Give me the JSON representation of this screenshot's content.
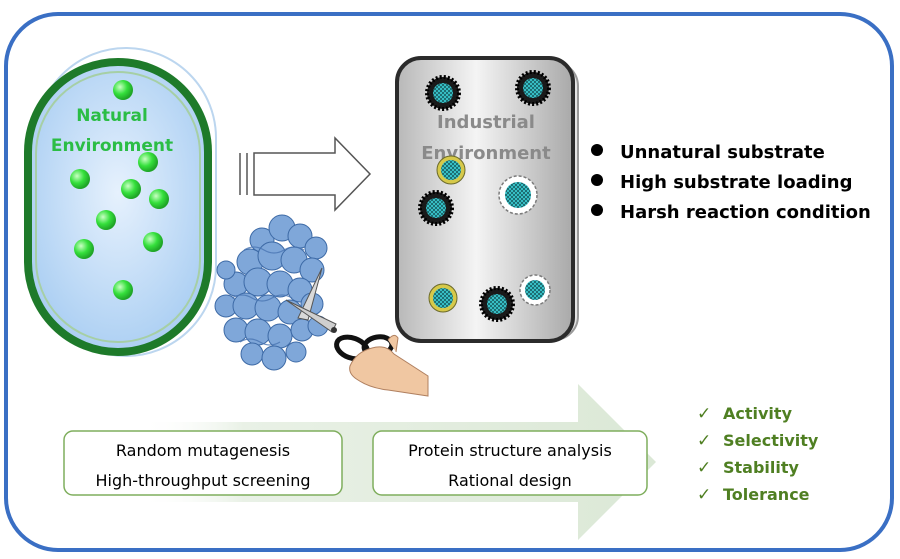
{
  "natural": {
    "label_line1": "Natural",
    "label_line2": "Environment"
  },
  "industrial": {
    "label_line1": "Industrial",
    "label_line2": "Environment"
  },
  "challenges": [
    "Unnatural substrate",
    "High substrate loading",
    "Harsh reaction condition"
  ],
  "methods": {
    "left": {
      "line1": "Random mutagenesis",
      "line2": "High-throughput screening"
    },
    "right": {
      "line1": "Protein structure analysis",
      "line2": "Rational design"
    }
  },
  "outcomes": {
    "check_glyph": "✓",
    "items": [
      "Activity",
      "Selectivity",
      "Stability",
      "Tolerance"
    ]
  },
  "colors": {
    "frame": "#3a6fc4",
    "cell_wall": "#1e7a2a",
    "natural_label": "#2bbd45",
    "outcome_text": "#4f7f22",
    "industrial_label": "#8a8a8a",
    "big_arrow": "#dfeadb"
  }
}
